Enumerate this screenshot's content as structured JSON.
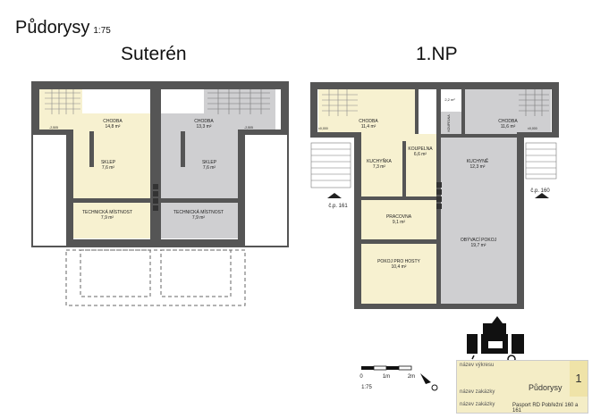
{
  "header": {
    "title": "Půdorysy",
    "scale": "1:75"
  },
  "sections": {
    "basement": "Suterén",
    "first_floor": "1.NP"
  },
  "colors": {
    "warm_room": "#f7f1d0",
    "grey_room": "#cfcfd1",
    "wall": "#555555"
  },
  "rooms": {
    "chodba_left": {
      "name": "CHODBA",
      "area": "14,8 m²"
    },
    "chodba_right": {
      "name": "CHODBA",
      "area": "13,3 m²"
    },
    "skep_left": {
      "name": "SKLEP",
      "area": "7,6 m²"
    },
    "skep_right": {
      "name": "SKLEP",
      "area": "7,6 m²"
    },
    "tech_left": {
      "name": "TECHNICKÁ MÍSTNOST",
      "area": "7,9 m²"
    },
    "tech_right": {
      "name": "TECHNICKÁ MÍSTNOST",
      "area": "7,9 m²"
    },
    "np_chodba_left": {
      "name": "CHODBA",
      "area": "11,4 m²"
    },
    "np_chodba_right": {
      "name": "CHODBA",
      "area": "11,6 m²"
    },
    "koupelna": {
      "name": "KOUPELNA",
      "area": "6,6 m²"
    },
    "wc": {
      "name": "KOUPELNA",
      "area": "2,2 m²"
    },
    "kuchynka": {
      "name": "KUCHYŇKA",
      "area": "7,3 m²"
    },
    "kuchyne": {
      "name": "KUCHYNĚ",
      "area": "12,3 m²"
    },
    "pracovna": {
      "name": "PRACOVNA",
      "area": "9,1 m²"
    },
    "obyvaci": {
      "name": "OBÝVACÍ POKOJ",
      "area": "19,7 m²"
    },
    "pokoj_hoste": {
      "name": "POKOJ PRO HOSTY",
      "area": "10,4 m²"
    }
  },
  "labels": {
    "cp_left": "č.p. 161",
    "cp_right": "č.p. 160",
    "level_left": "-2,505",
    "level_right": "-2,505",
    "level_np_left": "±0,000",
    "level_np_right": "±0,000"
  },
  "scalebar": {
    "ticks": [
      "0",
      "1m",
      "2m"
    ],
    "scale": "1:75"
  },
  "legend": {
    "number": "1",
    "line1": "název výkresu",
    "line2": "název zakázky",
    "drawing": "Půdorysy",
    "line4": "název zakázky",
    "project": "Pasport RD Pobřežní 160 a 161"
  }
}
